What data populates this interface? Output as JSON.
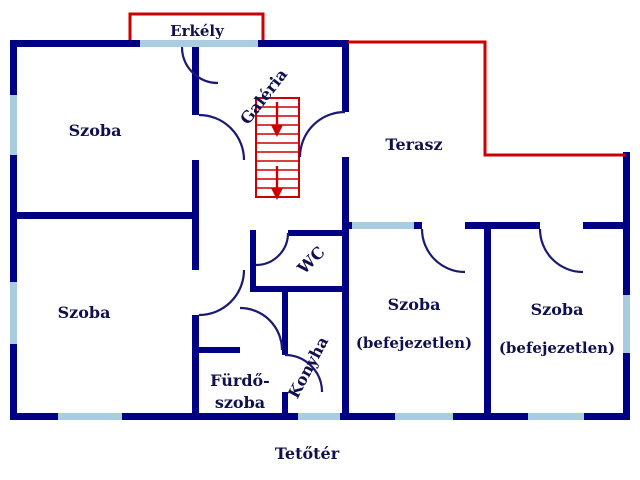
{
  "colors": {
    "wall": "#000085",
    "window": "#a8cce0",
    "accent": "#cc0000",
    "door": "#1a1a72",
    "text": "#10104e"
  },
  "labels": {
    "balcony": "Erkély",
    "gallery": "Galéria",
    "room_top_left": "Szoba",
    "terrace": "Terasz",
    "room_bottom_left": "Szoba",
    "wc": "WC",
    "room_unfinished_1_line1": "Szoba",
    "room_unfinished_1_line2": "(befejezetlen)",
    "room_unfinished_2_line1": "Szoba",
    "room_unfinished_2_line2": "(befejezetlen)",
    "bathroom_line1": "Fürdő-",
    "bathroom_line2": "szoba",
    "kitchen": "Konyha",
    "floor_title": "Tetőtér"
  }
}
